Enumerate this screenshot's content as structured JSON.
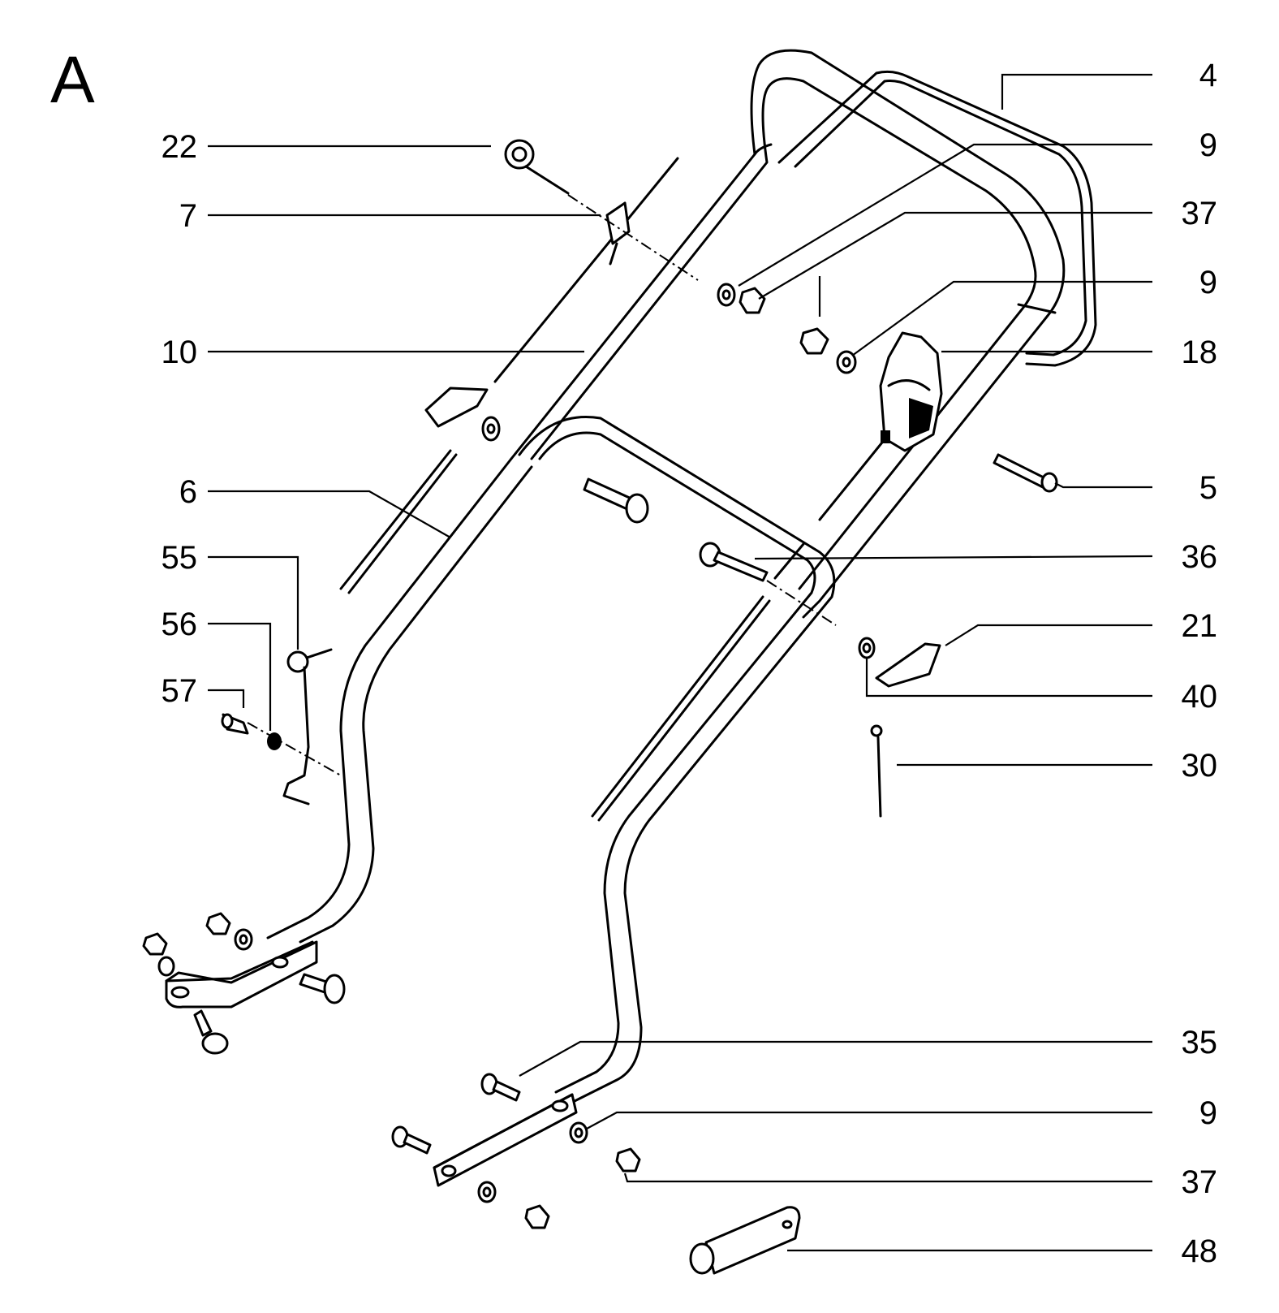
{
  "figure": {
    "section_letter": "A",
    "callouts": [
      {
        "id": "c22",
        "label": "22"
      },
      {
        "id": "c7",
        "label": "7"
      },
      {
        "id": "c10",
        "label": "10"
      },
      {
        "id": "c6",
        "label": "6"
      },
      {
        "id": "c55",
        "label": "55"
      },
      {
        "id": "c56",
        "label": "56"
      },
      {
        "id": "c57",
        "label": "57"
      },
      {
        "id": "c4",
        "label": "4"
      },
      {
        "id": "c9a",
        "label": "9"
      },
      {
        "id": "c37a",
        "label": "37"
      },
      {
        "id": "c9b",
        "label": "9"
      },
      {
        "id": "c18",
        "label": "18"
      },
      {
        "id": "c5",
        "label": "5"
      },
      {
        "id": "c36",
        "label": "36"
      },
      {
        "id": "c21",
        "label": "21"
      },
      {
        "id": "c40",
        "label": "40"
      },
      {
        "id": "c30",
        "label": "30"
      },
      {
        "id": "c35",
        "label": "35"
      },
      {
        "id": "c9c",
        "label": "9"
      },
      {
        "id": "c37b",
        "label": "37"
      },
      {
        "id": "c48",
        "label": "48"
      }
    ]
  }
}
